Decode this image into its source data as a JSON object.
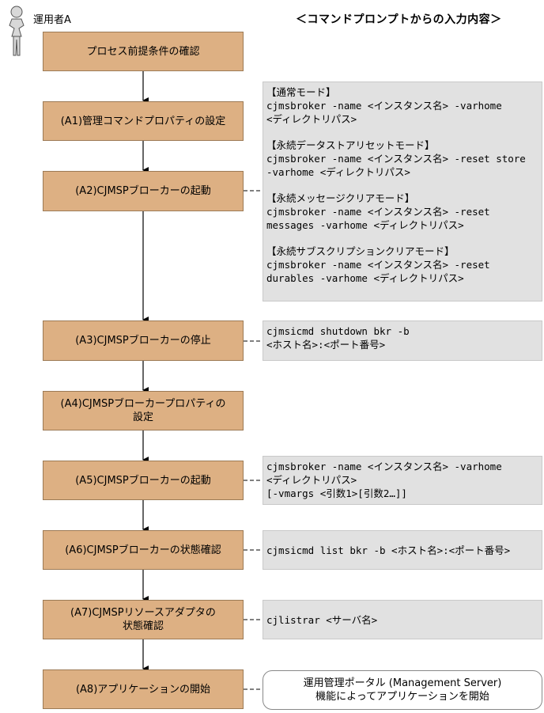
{
  "actor": {
    "label": "運用者A"
  },
  "header": "＜コマンドプロンプトからの入力内容＞",
  "steps": [
    {
      "lines": [
        "プロセス前提条件の確認"
      ]
    },
    {
      "lines": [
        "(A1)管理コマンドプロパティの設定"
      ]
    },
    {
      "lines": [
        "(A2)CJMSPブローカーの起動"
      ]
    },
    {
      "lines": [
        "(A3)CJMSPブローカーの停止"
      ]
    },
    {
      "lines": [
        "(A4)CJMSPブローカープロパティの",
        "設定"
      ]
    },
    {
      "lines": [
        "(A5)CJMSPブローカーの起動"
      ]
    },
    {
      "lines": [
        "(A6)CJMSPブローカーの状態確認"
      ]
    },
    {
      "lines": [
        "(A7)CJMSPリソースアダプタの",
        "状態確認"
      ]
    },
    {
      "lines": [
        "(A8)アプリケーションの開始"
      ]
    }
  ],
  "commands": {
    "a2": {
      "groups": [
        [
          "【通常モード】",
          "cjmsbroker -name <インスタンス名> -varhome",
          "<ディレクトリパス>"
        ],
        [
          "【永続データストアリセットモード】",
          "cjmsbroker -name <インスタンス名> -reset store",
          "-varhome <ディレクトリパス>"
        ],
        [
          "【永続メッセージクリアモード】",
          "cjmsbroker -name <インスタンス名> -reset",
          "messages -varhome <ディレクトリパス>"
        ],
        [
          "【永続サブスクリプションクリアモード】",
          "cjmsbroker -name <インスタンス名> -reset",
          "durables -varhome <ディレクトリパス>"
        ]
      ]
    },
    "a3": {
      "lines": [
        "cjmsicmd shutdown bkr -b",
        "<ホスト名>:<ポート番号>"
      ]
    },
    "a5": {
      "lines": [
        "cjmsbroker -name <インスタンス名> -varhome",
        "<ディレクトリパス>",
        "[-vmargs <引数1>[引数2…]]"
      ]
    },
    "a6": {
      "lines": [
        "cjmsicmd list bkr -b <ホスト名>:<ポート番号>"
      ]
    },
    "a7": {
      "lines": [
        "cjlistrar <サーバ名>"
      ]
    }
  },
  "portal": {
    "lines": [
      "運用管理ポータル (Management Server)",
      "機能によってアプリケーションを開始"
    ]
  }
}
